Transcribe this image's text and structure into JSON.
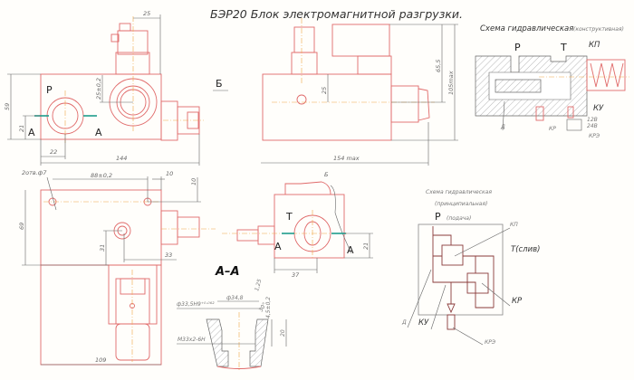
{
  "title": "БЭР20  Блок электромагнитной разгрузки.",
  "view_top_left": {
    "port_p": "P",
    "section_a_left": "A",
    "section_a_right": "A",
    "dim_59": "59",
    "dim_21": "21",
    "dim_22": "22",
    "dim_144": "144",
    "dim_25": "25",
    "dim_25_tol": "25±0,2"
  },
  "view_side": {
    "arrow_b": "Б",
    "dim_25": "25",
    "dim_65_5": "65,5",
    "dim_105": "105max",
    "dim_154": "154 max"
  },
  "schematic_constructive": {
    "title": "Схема гидравлическая",
    "subtitle": "(конструктивная)",
    "p": "P",
    "t": "T",
    "kp": "КП",
    "ku": "КУ",
    "v12": "12В",
    "v24": "24В",
    "kr": "КР",
    "kre": "КРЭ",
    "d": "Д"
  },
  "view_bottom_left": {
    "holes": "2отв.ф7",
    "dim_88": "88±0,2",
    "dim_10a": "10",
    "dim_10b": "10",
    "dim_69": "69",
    "dim_31": "31",
    "dim_33": "33",
    "dim_109": "109"
  },
  "view_b": {
    "label": "Б",
    "port_t": "T",
    "section_a_left": "A",
    "section_a_right": "A",
    "dim_37": "37",
    "dim_21": "21"
  },
  "section_aa": {
    "label": "A–A",
    "dia_33_5": "ф33,5H9⁺⁰·⁰⁶²",
    "dia_34_8": "ф34,8",
    "roughness": "1,25",
    "angle": "30°",
    "dim_4_5": "4,5±0,2",
    "dim_20": "20",
    "thread": "M33x2-6H"
  },
  "schematic_principal": {
    "title": "Схема гидравлическая",
    "subtitle": "(принципиальная)",
    "p": "P",
    "p_note": "(подача)",
    "t": "T(слив)",
    "kp": "КП",
    "kr": "КР",
    "d": "Д",
    "ku": "КУ",
    "kre": "КРЭ"
  }
}
